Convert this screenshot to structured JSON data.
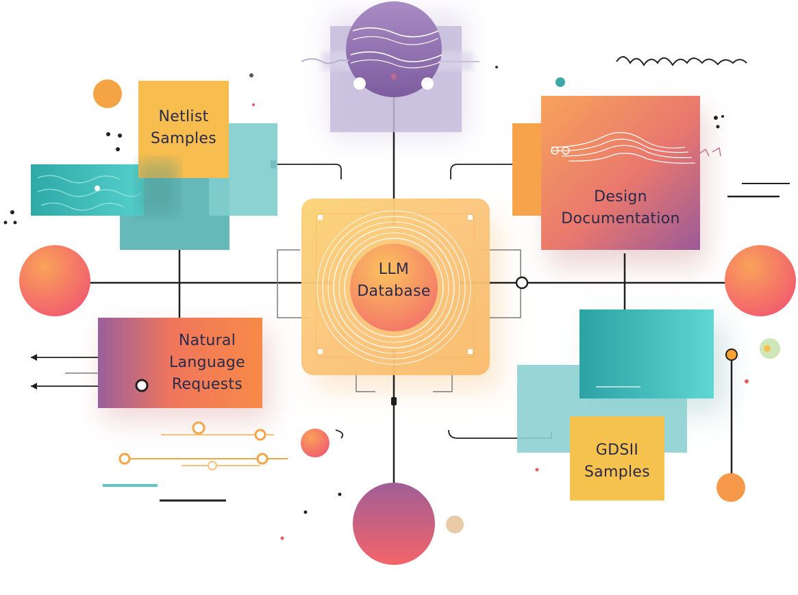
{
  "center": {
    "label_line1": "LLM",
    "label_line2": "Database"
  },
  "nodes": {
    "netlist": {
      "line1": "Netlist",
      "line2": "Samples"
    },
    "design_doc": {
      "line1": "Design",
      "line2": "Documentation"
    },
    "natural_language": {
      "line1": "Natural",
      "line2": "Language",
      "line3": "Requests"
    },
    "gdsii": {
      "line1": "GDSII",
      "line2": "Samples"
    }
  },
  "colors": {
    "teal": "#3fb8b8",
    "yellow": "#f6c14e",
    "orange": "#f7894a",
    "coral": "#f2636a",
    "purple": "#8a5c9e",
    "lavender": "#a98cc4",
    "text": "#2c2a4a",
    "line": "#1f1f1f"
  }
}
